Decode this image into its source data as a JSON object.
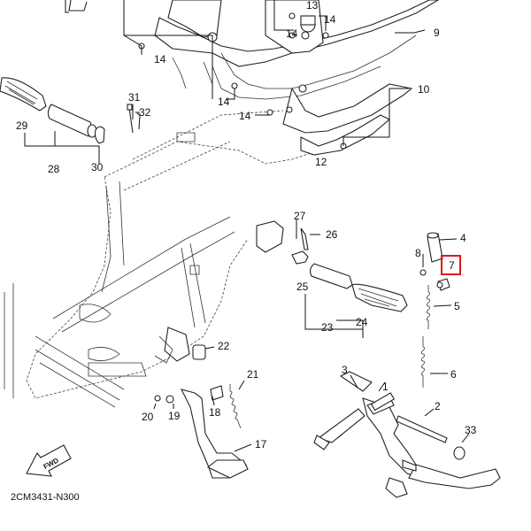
{
  "diagram": {
    "code": "2CM3431-N300",
    "fwd_label": "FWD",
    "highlight_color": "#e0161b",
    "highlighted_callout": "7",
    "callouts": {
      "c1": "1",
      "c2": "2",
      "c3": "3",
      "c4": "4",
      "c5": "5",
      "c6": "6",
      "c7": "7",
      "c8": "8",
      "c9": "9",
      "c10": "10",
      "c12": "12",
      "c13": "13",
      "c14a": "14",
      "c14b": "14",
      "c14c": "14",
      "c14d": "14",
      "c14e": "14",
      "c17": "17",
      "c18": "18",
      "c19": "19",
      "c20": "20",
      "c21": "21",
      "c22": "22",
      "c23": "23",
      "c24": "24",
      "c25": "25",
      "c26": "26",
      "c27": "27",
      "c28": "28",
      "c29": "29",
      "c30": "30",
      "c31": "31",
      "c32": "32",
      "c33": "33"
    }
  }
}
